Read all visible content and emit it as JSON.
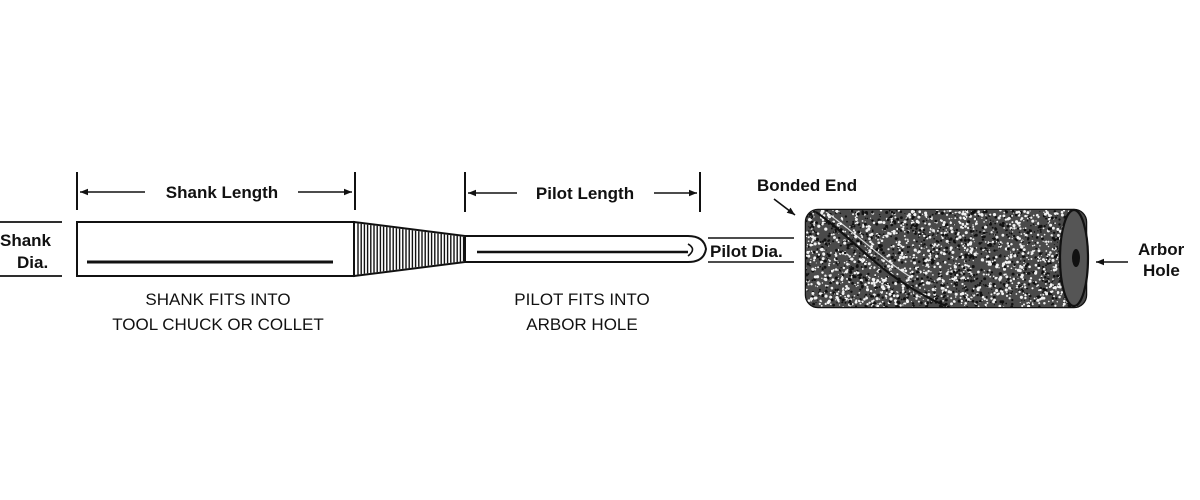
{
  "labels": {
    "shank_length": "Shank Length",
    "pilot_length": "Pilot Length",
    "bonded_end": "Bonded End",
    "shank_dia_line1": "Shank",
    "shank_dia_line2": "Dia.",
    "pilot_dia": "Pilot Dia.",
    "arbor_hole_line1": "Arbor",
    "arbor_hole_line2": "Hole",
    "shank_note_line1": "SHANK FITS INTO",
    "shank_note_line2": "TOOL CHUCK OR COLLET",
    "pilot_note_line1": "PILOT FITS INTO",
    "pilot_note_line2": "ARBOR HOLE"
  },
  "colors": {
    "ink": "#111111",
    "background": "#ffffff",
    "abrasive": "#4a4a4a"
  }
}
